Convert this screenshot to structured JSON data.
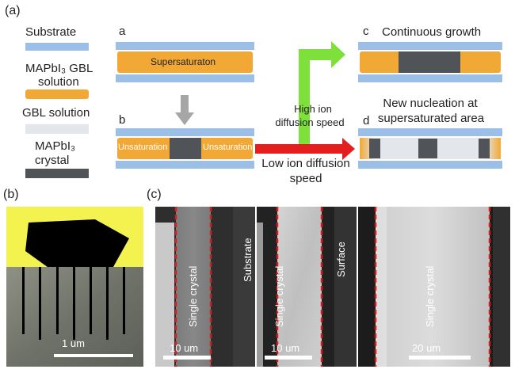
{
  "panel_labels": {
    "a": "(a)",
    "b": "(b)",
    "c": "(c)"
  },
  "legend": {
    "substrate": "Substrate",
    "gbl_solution_line1": "MAPbI₃ GBL",
    "gbl_solution_line2": "solution",
    "pure_gbl": "GBL solution",
    "crystal_line1": "MAPbI₃",
    "crystal_line2": "crystal"
  },
  "schematic": {
    "step_a": "a",
    "step_b": "b",
    "step_c": "c",
    "step_d": "d",
    "supersaturation": "Supersaturaton",
    "unsaturation_left": "Unsaturation",
    "unsaturation_right": "Unsaturation",
    "continuous_growth": "Continuous growth",
    "new_nucleation_line1": "New nucleation at",
    "new_nucleation_line2": "supersaturated area",
    "high_ion_line1": "High ion",
    "high_ion_line2": "diffusion speed",
    "low_ion_line1": "Low ion diffusion",
    "low_ion_line2": "speed"
  },
  "micrograph_b": {
    "scale_label": "1 um"
  },
  "sem": [
    {
      "label": "Single crystal",
      "scale": "10 um"
    },
    {
      "label_left": "Substrate",
      "label": "Single crystal",
      "scale": "10 um"
    },
    {
      "label_left": "Surface",
      "label": "Single crystal",
      "scale": "20 um"
    }
  ],
  "colors": {
    "substrate": "#9cbfe8",
    "solution": "#f2a834",
    "gbl": "#e3e6ea",
    "crystal": "#505459",
    "arrow_green": "#7ee03a",
    "arrow_red": "#e31e1e",
    "arrow_gray": "#a6a6a6",
    "yellow_bg": "#f3f24e",
    "dashed_red": "#d81c1c"
  }
}
